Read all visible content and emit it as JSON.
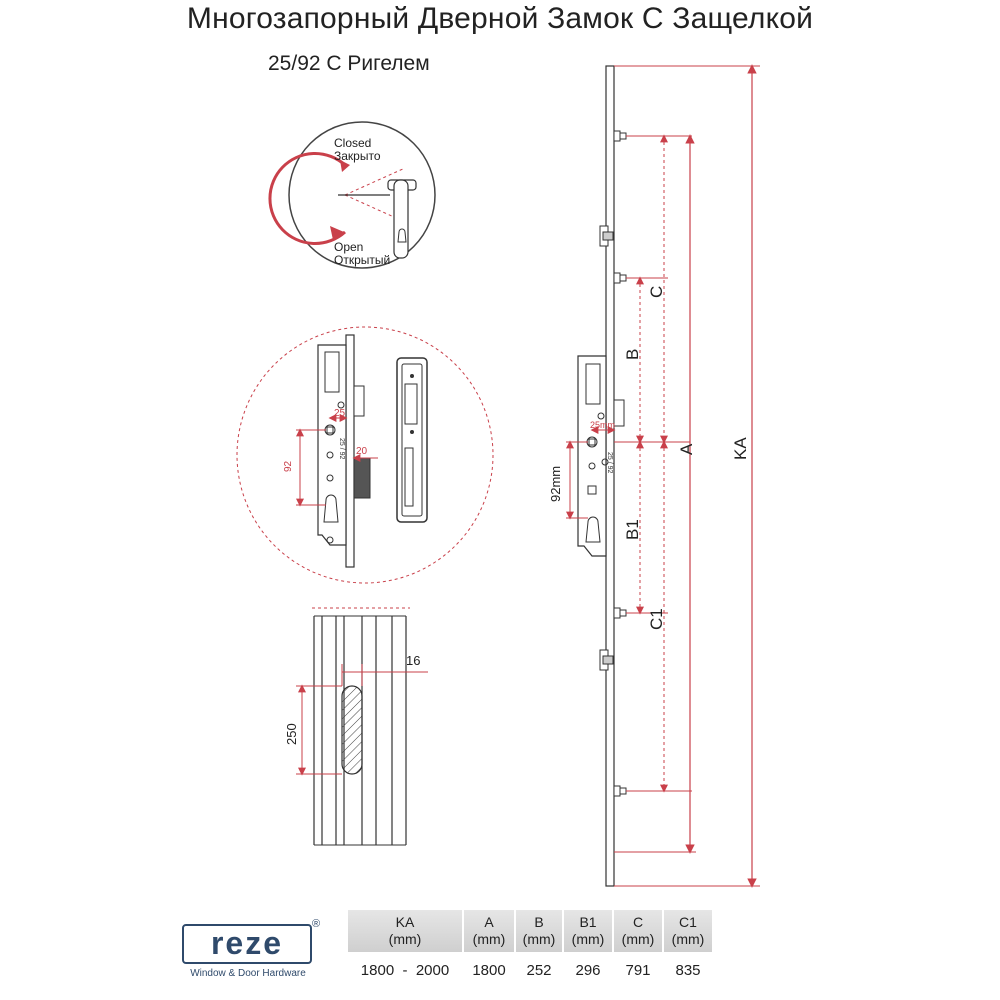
{
  "title": "Многозапорный Дверной Замок С Защелкой",
  "subtitle": "25/92 С Ригелем",
  "rotation_labels": {
    "closed_en": "Closed",
    "closed_ru": "Закрыто",
    "open_en": "Open",
    "open_ru": "Открытый"
  },
  "detail_dims": {
    "backset": "25",
    "centers": "92",
    "side_offset": "20",
    "lock_marking": "25 / 92"
  },
  "profile_dims": {
    "width": "16",
    "height": "250"
  },
  "main_dims": {
    "backset": "25mm",
    "centers": "92mm",
    "lock_marking": "25 / 92",
    "labels": {
      "B": "B",
      "C": "C",
      "A": "A",
      "KA": "KA",
      "B1": "B1",
      "C1": "C1"
    }
  },
  "brand": {
    "name": "reze",
    "reg": "®",
    "tagline": "Window & Door Hardware"
  },
  "spec_table": {
    "headers": [
      {
        "key": "KA",
        "unit": "(mm)"
      },
      {
        "key": "A",
        "unit": "(mm)"
      },
      {
        "key": "B",
        "unit": "(mm)"
      },
      {
        "key": "B1",
        "unit": "(mm)"
      },
      {
        "key": "C",
        "unit": "(mm)"
      },
      {
        "key": "C1",
        "unit": "(mm)"
      }
    ],
    "row": [
      "1800  -  2000",
      "1800",
      "252",
      "296",
      "791",
      "835"
    ]
  },
  "colors": {
    "dimension_red": "#c9404a",
    "line": "#333333",
    "brand_blue": "#2f4a6b",
    "header_gray": "#d8d8d8"
  }
}
